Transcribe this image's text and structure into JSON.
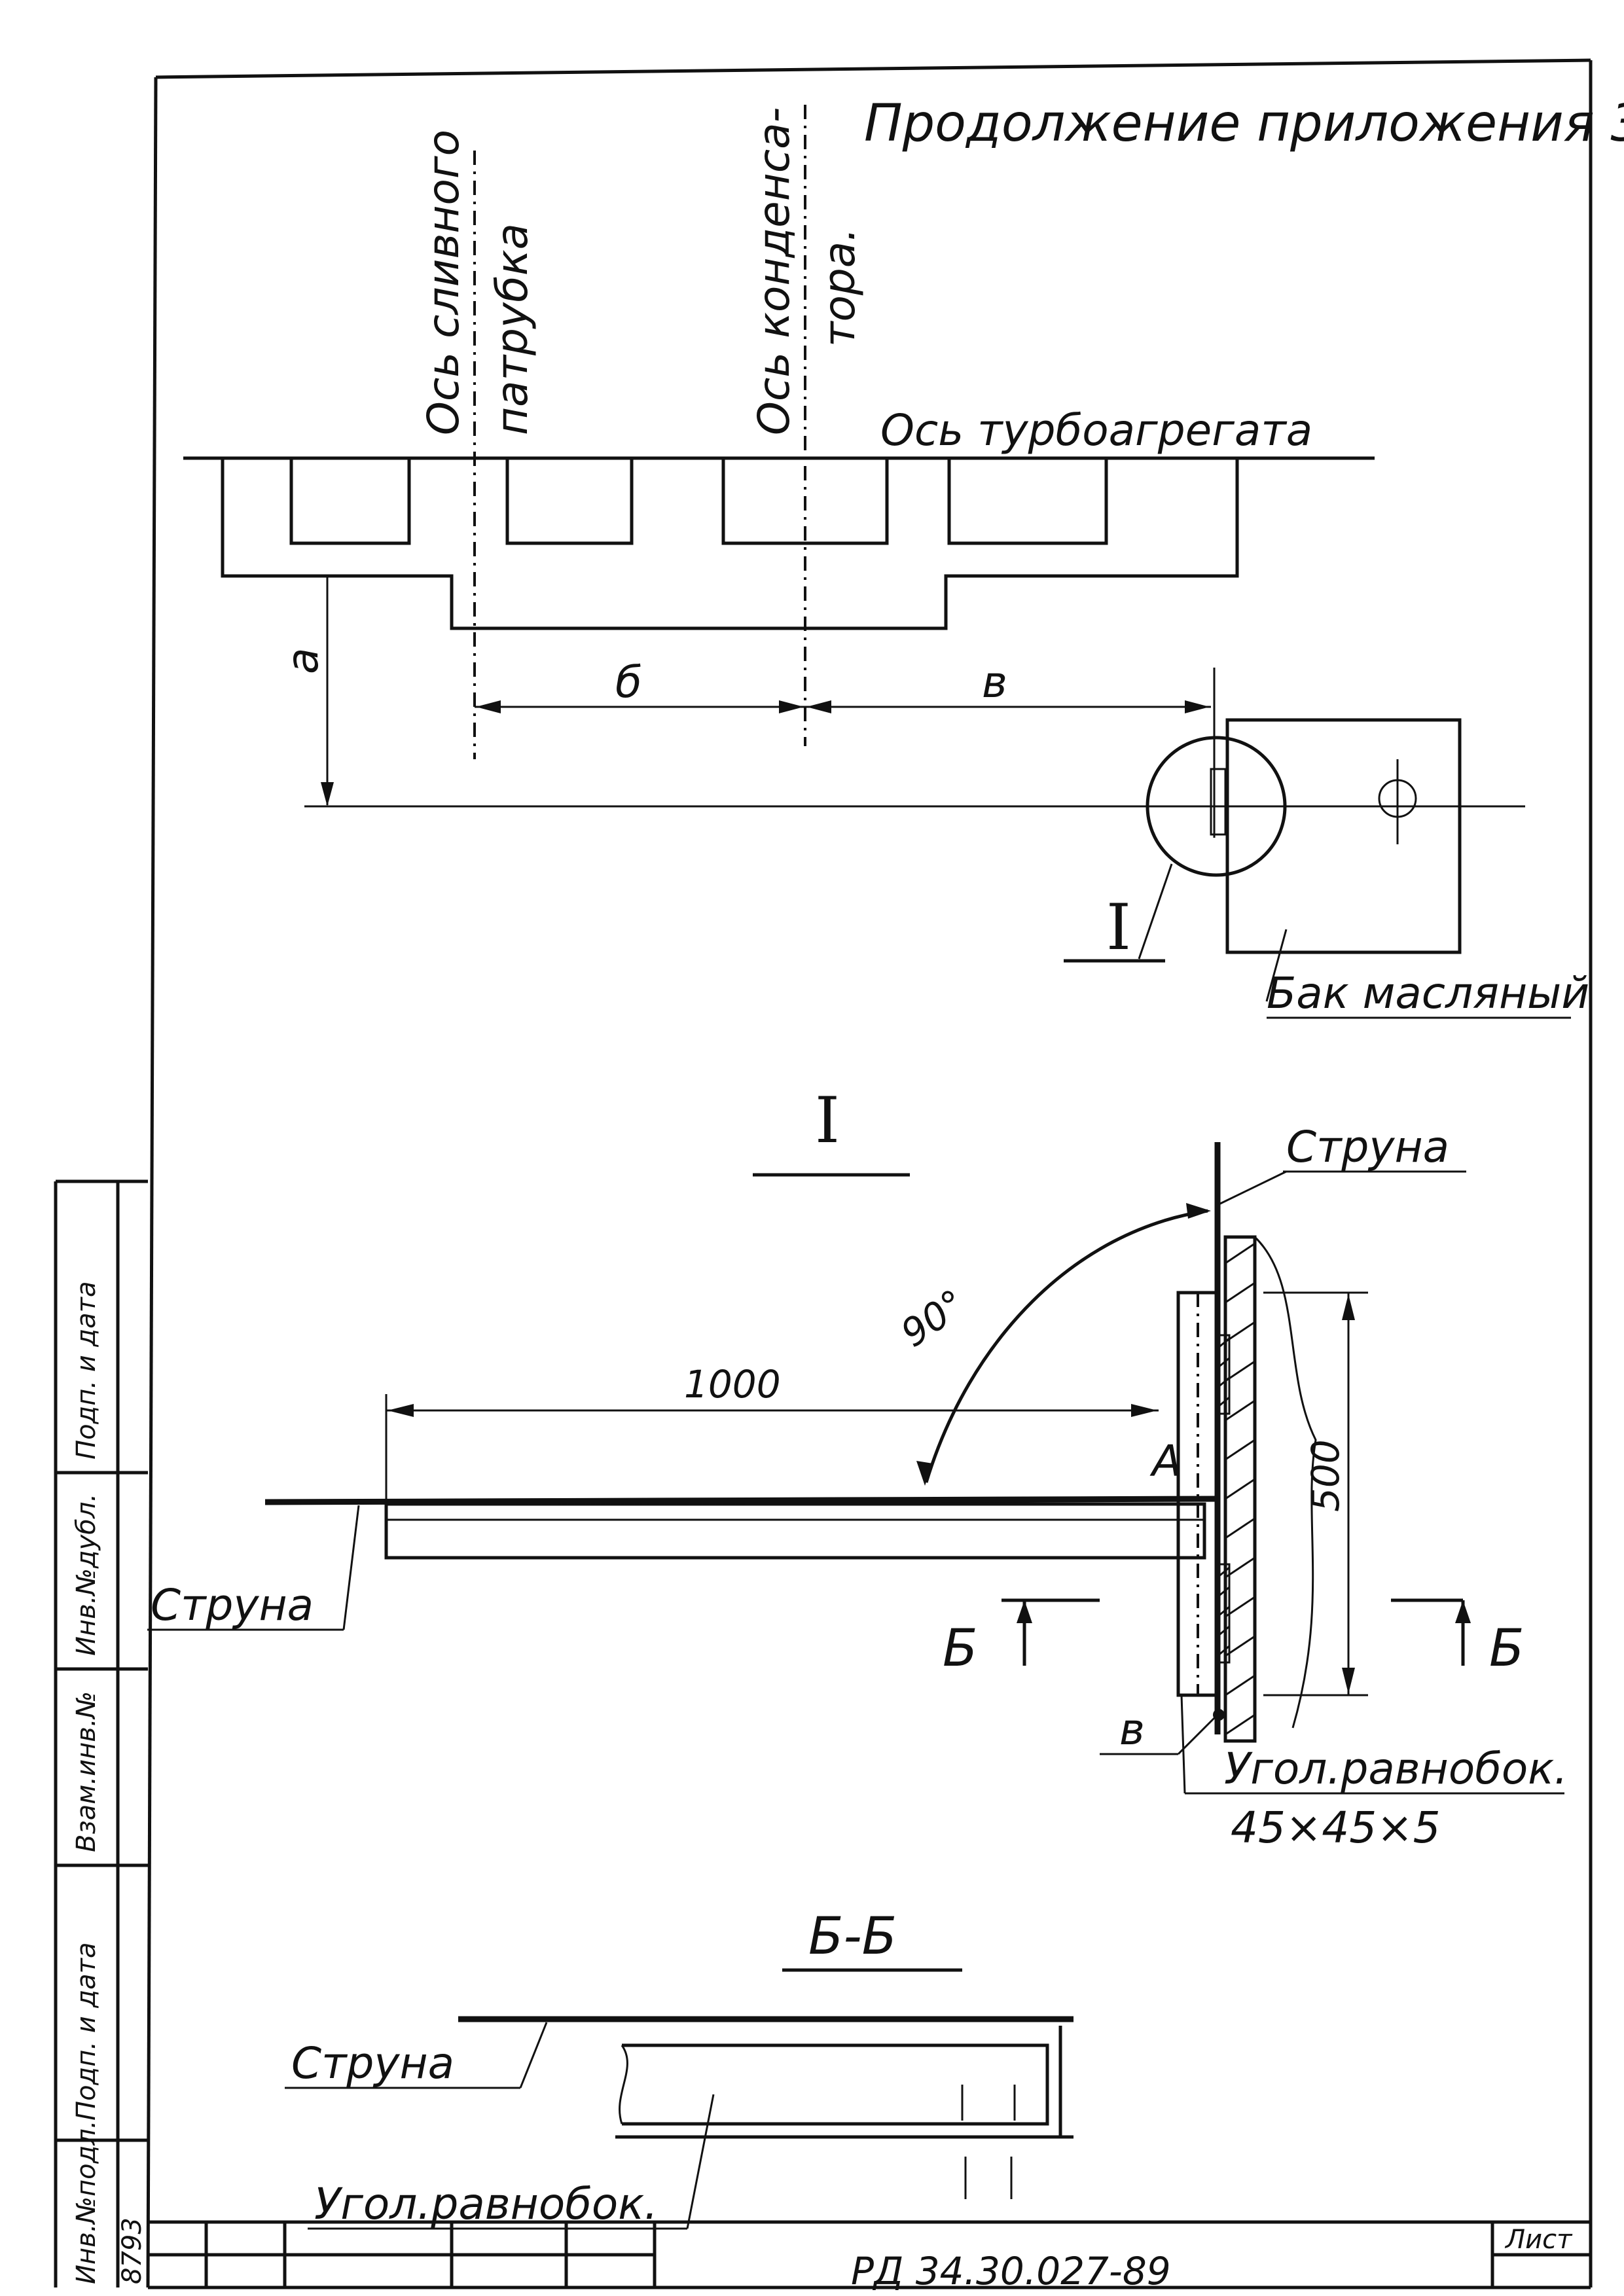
{
  "header": {
    "title": "Продолжение приложения 3"
  },
  "top_view": {
    "axis_drain_line": "Ось сливного",
    "axis_drain_line2": "патрубка",
    "axis_condenser_line": "Ось конденса-",
    "axis_condenser_line2": "тора.",
    "axis_turbine": "Ось турбоагрегата",
    "dim_a": "а",
    "dim_b": "б",
    "dim_v": "в",
    "detail_ref": "I",
    "oil_tank": "Бак масляный"
  },
  "detail_I": {
    "title": "I",
    "string_top": "Струна",
    "angle": "90°",
    "length": "1000",
    "point_a": "А",
    "height": "500",
    "string_left": "Струна",
    "section_mark_left": "Б",
    "section_mark_right": "Б",
    "point_v": "в",
    "angle_profile_line1": "Угол.равнобок.",
    "angle_profile_line2": "45×45×5"
  },
  "section_BB": {
    "title": "Б-Б",
    "string": "Струна",
    "angle_profile": "Угол.равнобок."
  },
  "stamp": {
    "side_labels": [
      "Инв.№подл.",
      "Подп. и дата",
      "Взам.инв.№",
      "Инв.№дубл.",
      "Подп. и дата"
    ],
    "inventory_number": "8793",
    "doc_code": "РД 34.30.027-89",
    "sheet_label": "Лист"
  }
}
